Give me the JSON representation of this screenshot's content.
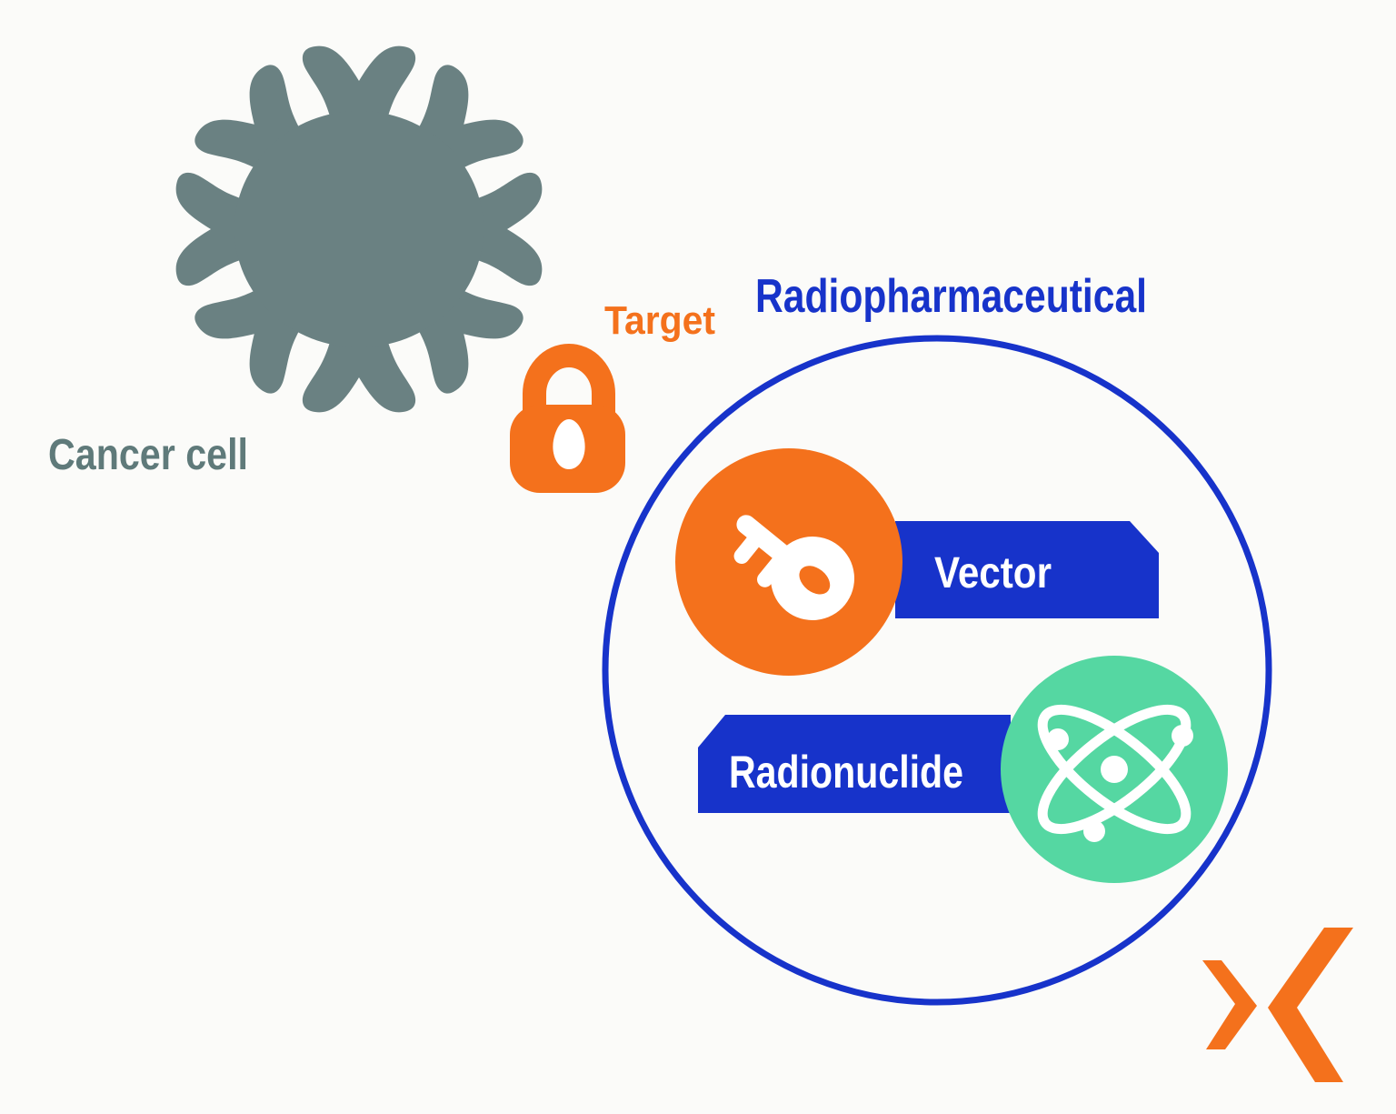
{
  "title": "Radiopharmaceutical",
  "labels": {
    "cancer_cell": "Cancer cell",
    "target": "Target",
    "radiopharmaceutical": "Radiopharmaceutical",
    "vector": "Vector",
    "radionuclide": "Radionuclide"
  },
  "icons": {
    "cancer_cell": "virus-cell-icon",
    "target": "padlock-icon",
    "vector": "key-icon",
    "radionuclide": "atom-icon",
    "brand": "x-chevrons-logo"
  },
  "colors": {
    "background": "#FBFBF9",
    "cell_gray": "#6A8182",
    "cell_text_gray": "#5F7A7A",
    "orange": "#F4711C",
    "blue": "#1733CA",
    "green": "#55D7A2",
    "white": "#FFFFFF"
  }
}
